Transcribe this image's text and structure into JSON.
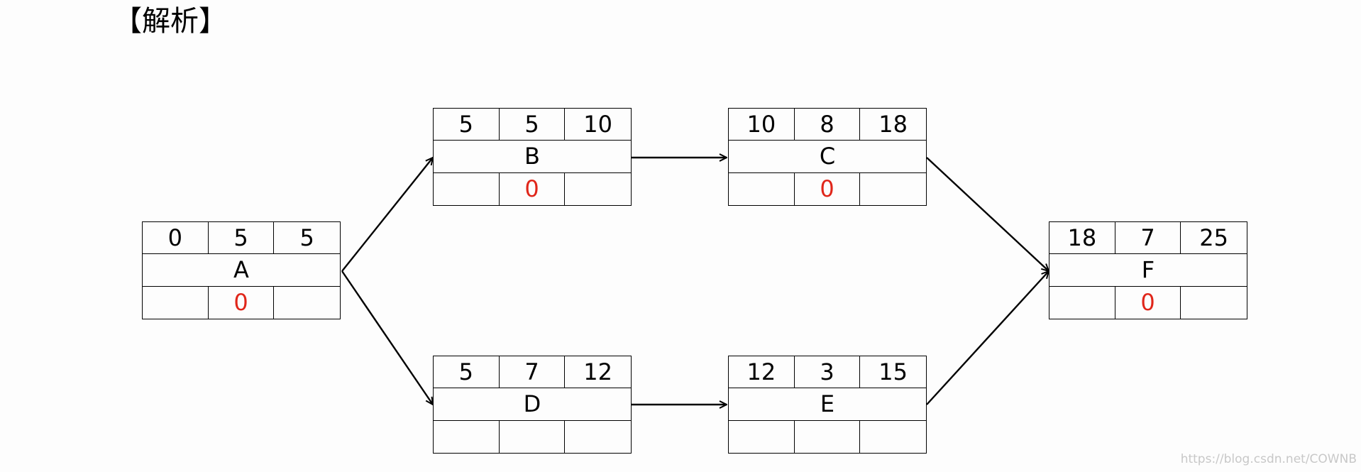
{
  "title": "【解析】",
  "accent_color": "#e0261a",
  "nodes": {
    "A": {
      "name": "A",
      "es": "0",
      "dur": "5",
      "ef": "5",
      "float": "0"
    },
    "B": {
      "name": "B",
      "es": "5",
      "dur": "5",
      "ef": "10",
      "float": "0"
    },
    "C": {
      "name": "C",
      "es": "10",
      "dur": "8",
      "ef": "18",
      "float": "0"
    },
    "D": {
      "name": "D",
      "es": "5",
      "dur": "7",
      "ef": "12",
      "float": ""
    },
    "E": {
      "name": "E",
      "es": "12",
      "dur": "3",
      "ef": "15",
      "float": ""
    },
    "F": {
      "name": "F",
      "es": "18",
      "dur": "7",
      "ef": "25",
      "float": "0"
    }
  },
  "edges": [
    [
      "A",
      "B"
    ],
    [
      "A",
      "D"
    ],
    [
      "B",
      "C"
    ],
    [
      "D",
      "E"
    ],
    [
      "C",
      "F"
    ],
    [
      "E",
      "F"
    ]
  ],
  "watermark": "https://blog.csdn.net/COWNB"
}
